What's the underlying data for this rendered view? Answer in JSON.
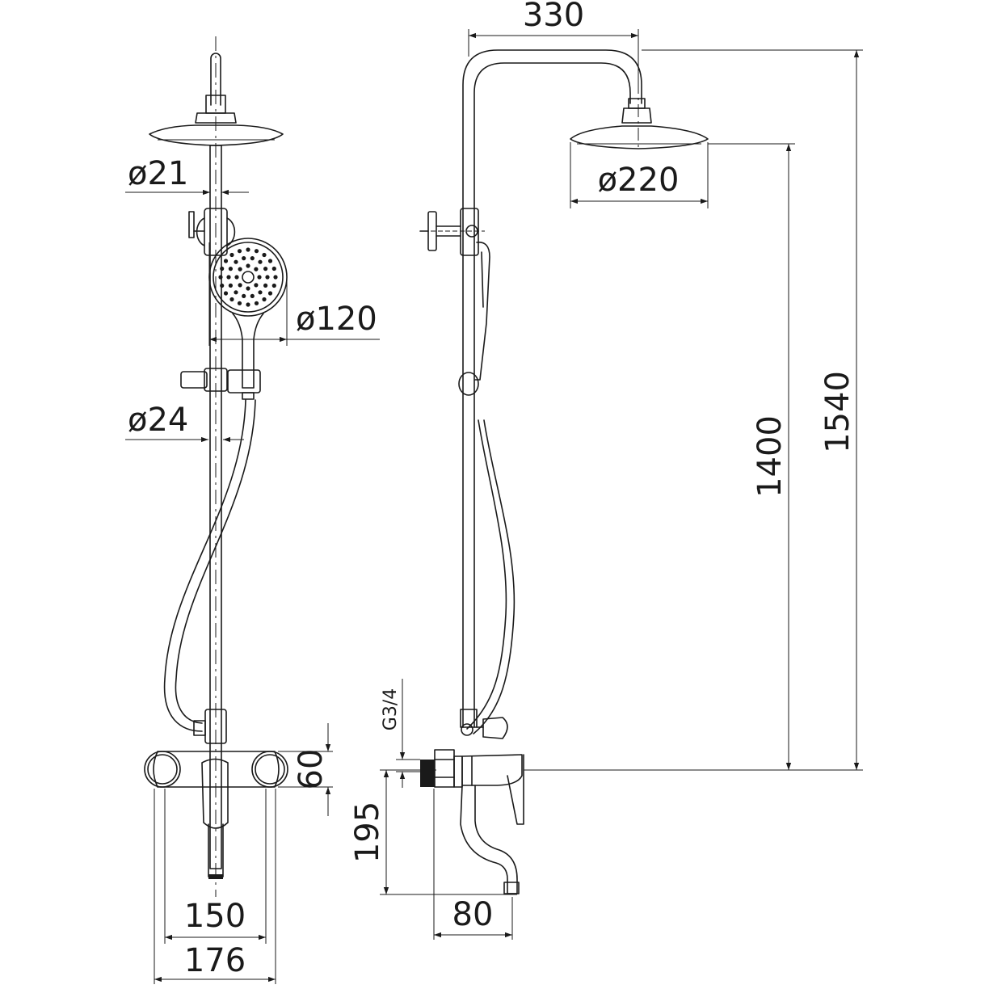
{
  "dimensions": {
    "d21": "ø21",
    "d24": "ø24",
    "d120": "ø120",
    "d220": "ø220",
    "w330": "330",
    "h1400": "1400",
    "h1540": "1540",
    "thread": "G3/4",
    "h60": "60",
    "h195": "195",
    "w150": "150",
    "w176": "176",
    "w80": "80"
  }
}
